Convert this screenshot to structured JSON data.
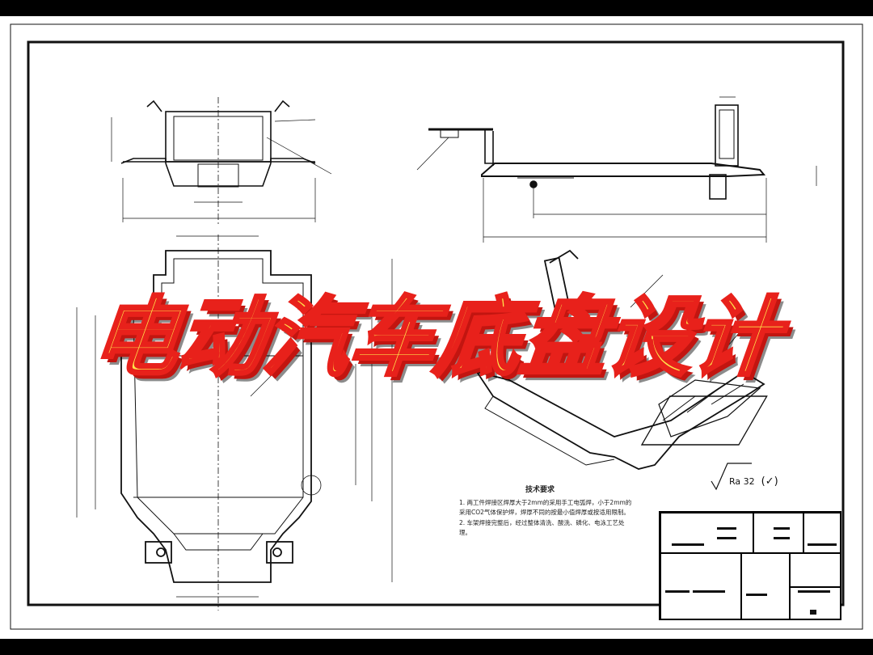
{
  "banner": {
    "title": "电动汽车底盘设计"
  },
  "technical_requirements": {
    "heading": "技术要求",
    "items": [
      "1. 两工件焊接区焊厚大于2mm的采用手工电弧焊，小于2mm的采用CO2气体保护焊，焊厚不同的按最小值焊厚或按适用限制。",
      "2. 车架焊接完整后，经过整体清洗、酸洗、磷化、电泳工艺处理。"
    ]
  },
  "surface_finish": {
    "symbol": "Ra 32",
    "mark": "(✓)"
  },
  "colors": {
    "banner_fill": "#ffe24a",
    "banner_outline": "#e8211b",
    "line": "#111111",
    "background": "#000000"
  }
}
